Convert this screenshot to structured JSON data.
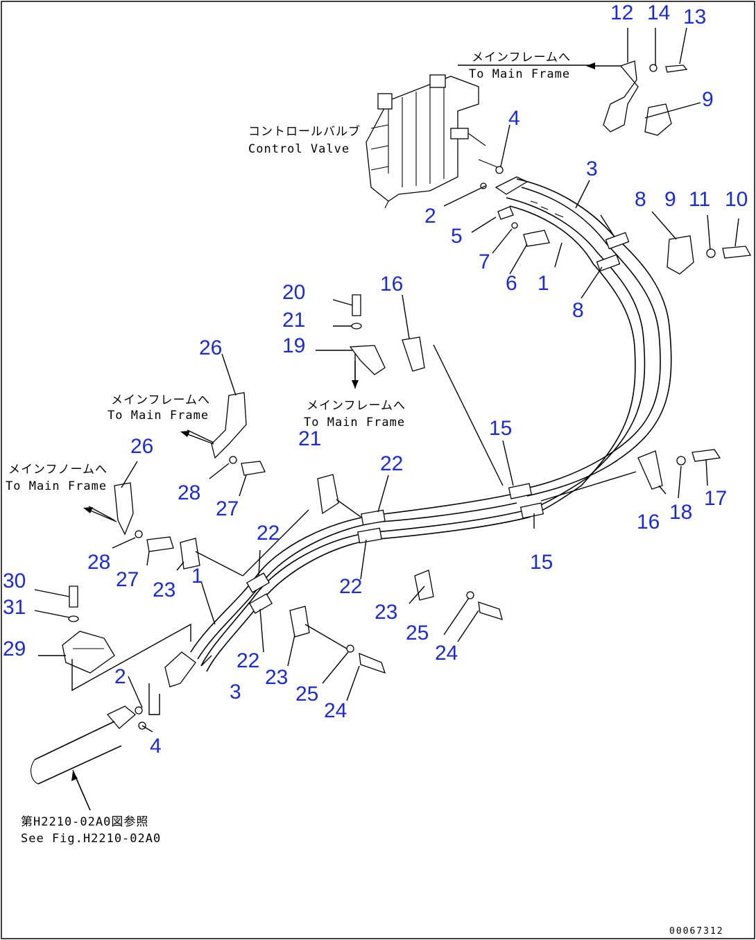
{
  "labels": {
    "main_frame_jp": "メインフレームへ",
    "main_frame_en": "To Main Frame",
    "main_frame_alt_jp": "メインフノームへ",
    "main_frame_en_alt": "To Main Frame",
    "control_valve_jp": "コントロールバルブ",
    "control_valve_en": "Control Valve",
    "ref_jp": "第H2210-02A0図参照",
    "ref_en": "See Fig.H2210-02A0",
    "drawing_code": "00067312"
  },
  "callouts": [
    "1",
    "2",
    "3",
    "4",
    "5",
    "6",
    "7",
    "8",
    "9",
    "10",
    "11",
    "12",
    "13",
    "14",
    "15",
    "16",
    "17",
    "18",
    "19",
    "20",
    "21",
    "22",
    "23",
    "24",
    "25",
    "26",
    "27",
    "28",
    "29",
    "30",
    "31"
  ]
}
